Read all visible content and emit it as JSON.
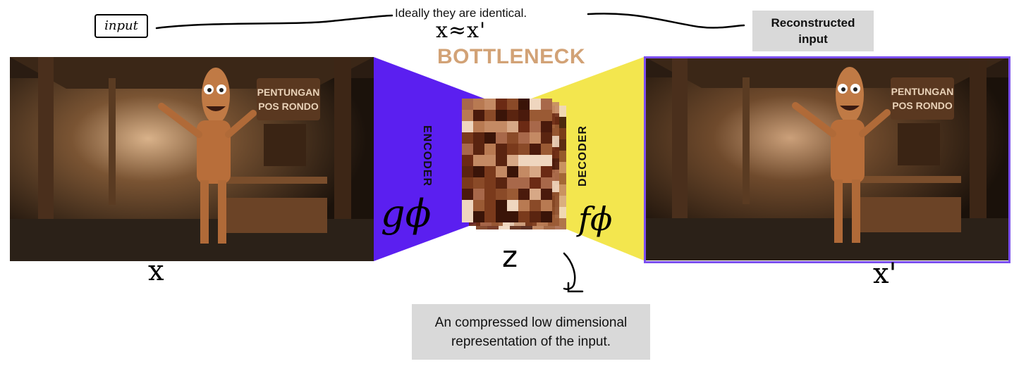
{
  "labels": {
    "input": "input",
    "top_note": "Ideally they are identical.",
    "equation": "x≈x'",
    "bottleneck": "BOTTLENECK",
    "reconstructed": "Reconstructed input",
    "encoder": "ENCODER",
    "decoder": "DECODER",
    "encoder_fn": "gϕ",
    "decoder_fn": "fϕ",
    "x": "x",
    "z": "z",
    "x_prime": "x'",
    "latent_description": "An compressed low dimensional representation of the input."
  },
  "colors": {
    "encoder": "#5b1ff0",
    "decoder": "#f3e64e",
    "bottleneck_text": "#d2a276",
    "output_border": "#7b4ef0",
    "note_box": "#d9d9d9"
  },
  "images": {
    "input_photo": "wooden-puppet-figure-at-pos-rondo",
    "output_photo": "wooden-puppet-figure-at-pos-rondo-reconstructed",
    "sign_text": "PENTUNGAN POS RONDO"
  }
}
